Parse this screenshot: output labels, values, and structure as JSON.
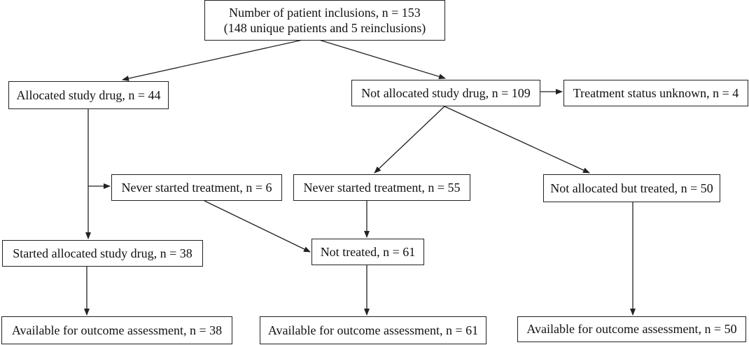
{
  "flowchart": {
    "total": {
      "line1": "Number of patient inclusions, n = 153",
      "line2": "(148 unique patients and 5 reinclusions)"
    },
    "allocated": "Allocated study drug, n = 44",
    "not_allocated": "Not allocated study drug, n = 109",
    "status_unknown": "Treatment status unknown, n = 4",
    "never_started_allocated": "Never started treatment, n = 6",
    "never_started_not_allocated": "Never started treatment, n = 55",
    "not_allocated_treated": "Not allocated but treated, n = 50",
    "started_allocated": "Started allocated study drug, n = 38",
    "not_treated": "Not treated, n = 61",
    "available_allocated": "Available for outcome assessment, n = 38",
    "available_not_treated": "Available for outcome assessment, n = 61",
    "available_treated": "Available for outcome assessment, n = 50"
  },
  "colors": {
    "line": "#222222",
    "text": "#111111",
    "background": "#ffffff"
  }
}
